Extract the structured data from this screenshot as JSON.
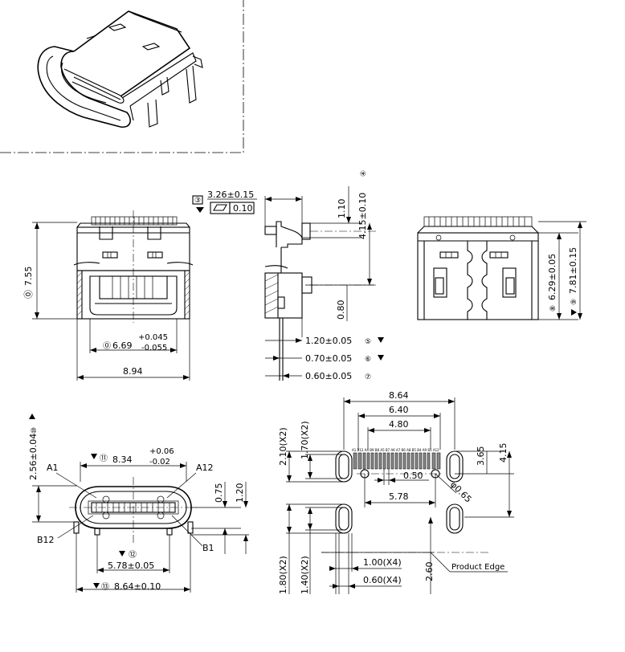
{
  "labels": {
    "dim_03": "③",
    "dim_326": "3.26±0.15",
    "flat_val": "0.10",
    "dim_01": "⓪",
    "dim_755": "7.55",
    "dim_02": "⓪",
    "dim_669": "6.69",
    "tol_plus_0045": "+0.045",
    "tol_minus_0055": "-0.055",
    "dim_894": "8.94",
    "dim_110": "1.10",
    "dim_415_010": "4.15±0.10",
    "dim_04": "④",
    "dim_080": "0.80",
    "dim_120_005": "1.20±0.05",
    "dim_05": "⑤",
    "dim_070_005": "0.70±0.05",
    "dim_06": "⑥",
    "dim_060_005": "0.60±0.05",
    "dim_07": "⑦",
    "dim_08": "⑧",
    "dim_629": "6.29±0.05",
    "dim_09": "⑨",
    "dim_781": "7.81±0.15",
    "dim_10": "⑩",
    "dim_256": "2.56±0.04",
    "dim_11": "⑪",
    "dim_834": "8.34",
    "tol_plus_006": "+0.06",
    "tol_minus_002": "-0.02",
    "pin_a1": "A1",
    "pin_a12": "A12",
    "pin_b12": "B12",
    "pin_b1": "B1",
    "dim_075": "0.75",
    "dim_120": "1.20",
    "dim_12": "⑫",
    "dim_578_005": "5.78±0.05",
    "dim_13": "⑬",
    "dim_864_010": "8.64±0.10",
    "dim_864": "8.64",
    "dim_640": "6.40",
    "dim_480": "4.80",
    "dim_210x2": "2.10(X2)",
    "dim_170x2": "1.70(X2)",
    "dim_050": "0.50",
    "dim_phi065": "φ0.65",
    "dim_578": "5.78",
    "dim_365": "3.65",
    "dim_415": "4.15",
    "dim_180x2": "1.80(X2)",
    "dim_140x2": "1.40(X2)",
    "dim_100x4": "1.00(X4)",
    "dim_060x4": "0.60(X4)",
    "dim_260": "2.60",
    "product_edge": "Product Edge",
    "pad_pins": "A1 B12 A4 B9 B8 A5 B7 A6 A7 B6 A8 B5 B4 A9 B1 A12"
  }
}
